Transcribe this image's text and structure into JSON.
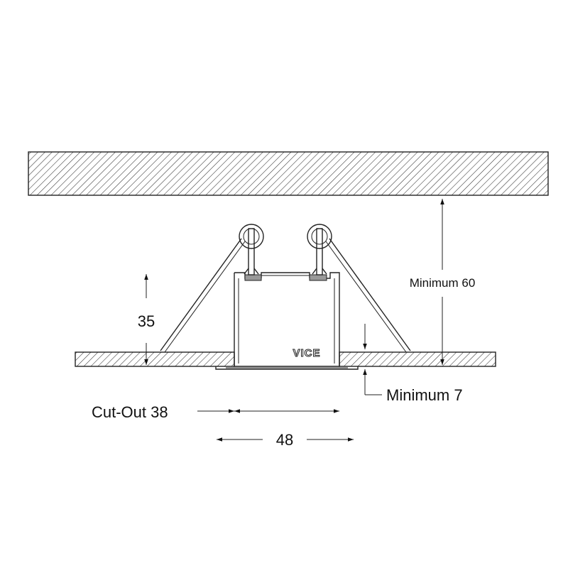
{
  "labels": {
    "height": "35",
    "min_clearance": "Minimum 60",
    "min_thickness": "Minimum 7",
    "cutout": "Cut-Out 38",
    "width": "48"
  },
  "logo": "VICE",
  "colors": {
    "line": "#222222",
    "background": "#ffffff"
  }
}
